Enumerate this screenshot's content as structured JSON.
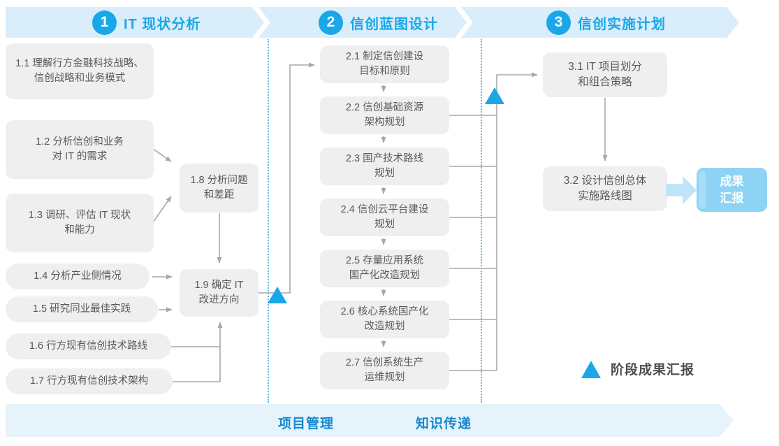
{
  "phases": [
    {
      "number": "1",
      "title": "IT 现状分析"
    },
    {
      "number": "2",
      "title": "信创蓝图设计"
    },
    {
      "number": "3",
      "title": "信创实施计划"
    }
  ],
  "phase1": {
    "b11": "1.1 理解行方金融科技战略、\n信创战略和业务模式",
    "b12": "1.2 分析信创和业务\n对 IT 的需求",
    "b13": "1.3 调研、评估 IT 现状\n和能力",
    "b14": "1.4 分析产业侧情况",
    "b15": "1.5 研究同业最佳实践",
    "b16": "1.6 行方现有信创技术路线",
    "b17": "1.7 行方现有信创技术架构",
    "b18": "1.8 分析问题\n和差距",
    "b19": "1.9 确定 IT\n改进方向"
  },
  "phase2": {
    "b21": "2.1 制定信创建设\n目标和原则",
    "b22": "2.2 信创基础资源\n架构规划",
    "b23": "2.3 国产技术路线\n规划",
    "b24": "2.4 信创云平台建设\n规划",
    "b25": "2.5 存量应用系统\n国产化改造规划",
    "b26": "2.6 核心系统国产化\n改造规划",
    "b27": "2.7 信创系统生产\n运维规划"
  },
  "phase3": {
    "b31": "3.1 IT 项目划分\n和组合策略",
    "b32": "3.2 设计信创总体\n实施路线图",
    "result": "成果\n汇报"
  },
  "legend": {
    "label": "阶段成果汇报"
  },
  "footer": {
    "left_label": "项目管理",
    "right_label": "知识传递"
  },
  "icons": {
    "milestone": "triangle-up-icon",
    "flow": "arrow-right-icon"
  },
  "colors": {
    "accent": "#1aa7e8",
    "band": "#d9edfb",
    "footer-band": "#e6f3fb",
    "box-bg": "#efefef",
    "box-text": "#58595b",
    "connector": "#a6a8ab",
    "result-box": "#8ed3f3",
    "result-strip": "#a9ddf6",
    "result-arrow": "#bfe4f8",
    "footer-text": "#1788cd",
    "legend-text": "#4d4d4f"
  }
}
